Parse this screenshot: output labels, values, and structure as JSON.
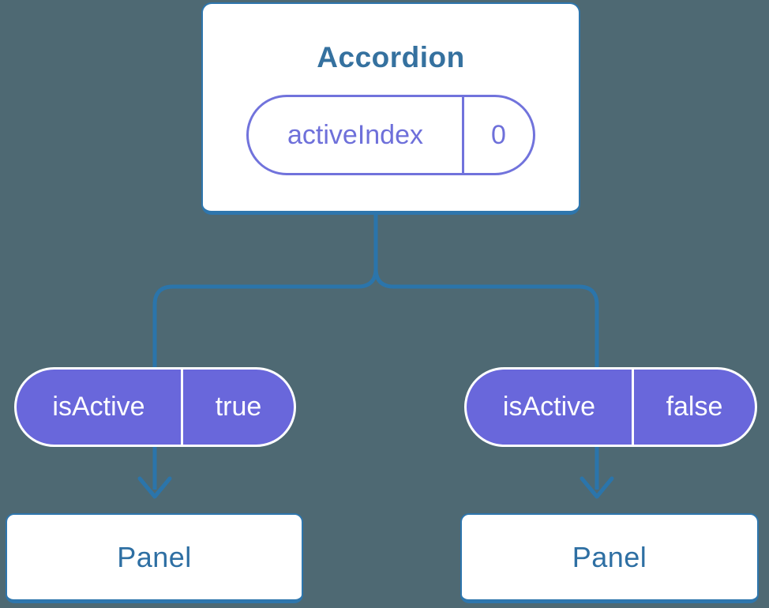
{
  "diagram": {
    "description": "React component tree showing state lifted to parent Accordion and isActive props passed down to two Panel children",
    "root": {
      "title": "Accordion",
      "state": {
        "name": "activeIndex",
        "value": "0"
      }
    },
    "edges": [
      {
        "from": "Accordion",
        "to": "Panel-1",
        "prop": {
          "name": "isActive",
          "value": "true"
        }
      },
      {
        "from": "Accordion",
        "to": "Panel-2",
        "prop": {
          "name": "isActive",
          "value": "false"
        }
      }
    ],
    "props": [
      {
        "name": "isActive",
        "value": "true"
      },
      {
        "name": "isActive",
        "value": "false"
      }
    ],
    "children": [
      {
        "title": "Panel"
      },
      {
        "title": "Panel"
      }
    ],
    "icons": {
      "arrowheads": "arrow-down-icon"
    },
    "colors": {
      "background": "#4E6973",
      "connector_blue": "#2B75AB",
      "node_border_blue": "#2E76AD",
      "node_background": "#FFFFFF",
      "root_title_text": "#35719F",
      "panel_text": "#2E6FA3",
      "prop_pill_fill": "#6967DB",
      "prop_pill_text": "#FFFFFF",
      "state_pill_outline": "#7173DC",
      "state_pill_text": "#6E70DA"
    }
  }
}
